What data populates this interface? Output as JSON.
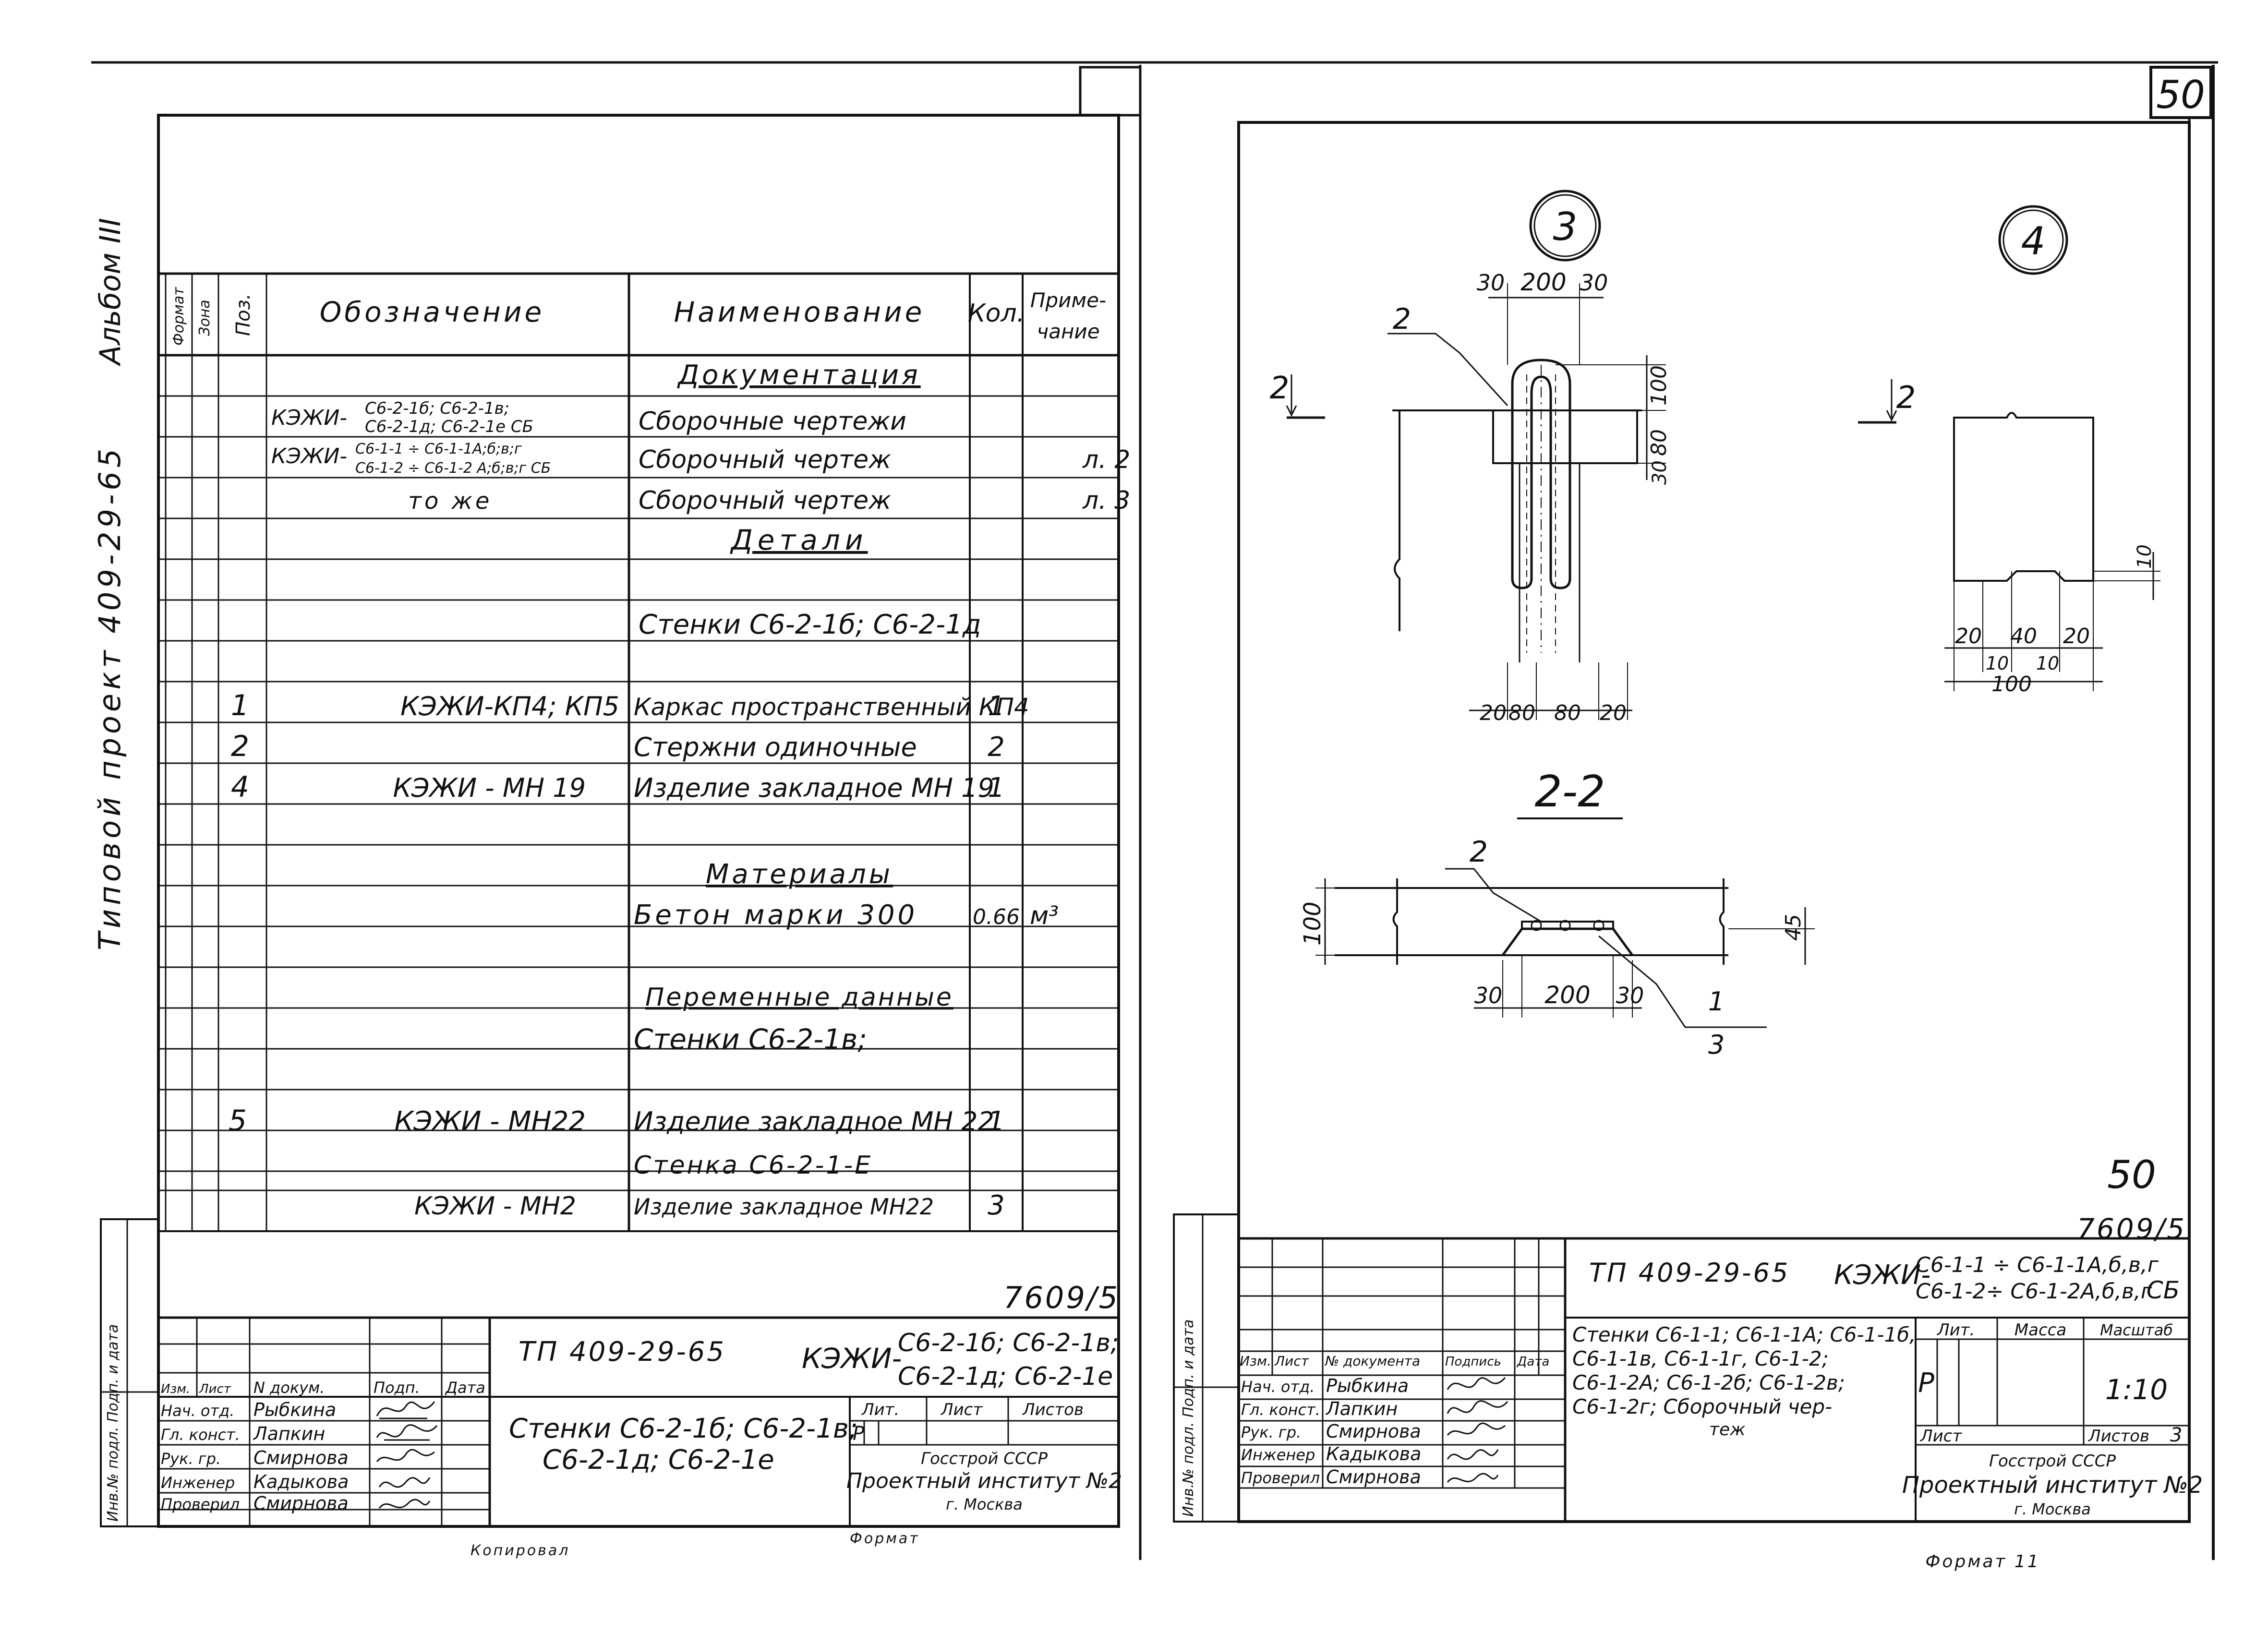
{
  "page_number": "50",
  "left_sheet": {
    "album_label": "Альбом III",
    "project_label": "Типовой проект 409-29-65",
    "spec_headers": {
      "format": "Формат",
      "zone": "Зона",
      "pos": "Поз.",
      "designation": "Обозначение",
      "name": "Наименование",
      "qty": "Кол.",
      "note_line1": "Приме-",
      "note_line2": "чание"
    },
    "sections": {
      "documentation": "Документация",
      "details": "Детали",
      "materials": "Материалы",
      "variable_data": "Переменные данные"
    },
    "rows": {
      "r1_designation_a": "КЭЖИ-",
      "r1_designation_b": "С6-2-1б; С6-2-1в;",
      "r1_designation_c": "С6-2-1д; С6-2-1е СБ",
      "r1_name": "Сборочные чертежи",
      "r2_designation_a": "КЭЖИ-",
      "r2_designation_b": "С6-1-1 ÷ С6-1-1А;б;в;г",
      "r2_designation_c": "С6-1-2 ÷ С6-1-2 А;б;в;г СБ",
      "r2_name": "Сборочный чертеж",
      "r2_note": "л. 2",
      "r3_designation": "то же",
      "r3_name": "Сборочный чертеж",
      "r3_note": "л. 3",
      "r4_name": "Стенки С6-2-1б; С6-2-1д",
      "r5_pos": "1",
      "r5_designation": "КЭЖИ-КП4; КП5",
      "r5_name": "Каркас пространственный КП4",
      "r5_qty": "1",
      "r6_pos": "2",
      "r6_name": "Стержни одиночные",
      "r6_qty": "2",
      "r7_pos": "4",
      "r7_designation": "КЭЖИ - МН 19",
      "r7_name": "Изделие закладное МН 19",
      "r7_qty": "1",
      "r8_name": "Бетон марки 300",
      "r8_qty": "0.66",
      "r8_note": "м³",
      "r9_name": "Стенки С6-2-1в;",
      "r10_pos": "5",
      "r10_designation": "КЭЖИ - МН22",
      "r10_name": "Изделие закладное МН 22",
      "r10_qty": "1",
      "r11_name": "Стенка С6-2-1-Е",
      "r12_designation": "КЭЖИ - МН2",
      "r12_name": "Изделие закладное МН22",
      "r12_qty": "3"
    },
    "stamp_side": "Инв.№ подл.   Подп. и дата",
    "archive_number": "7609/5",
    "title_block": {
      "code": "ТП 409-29-65",
      "kezhi": "КЭЖИ-",
      "designation_line1": "С6-2-1б; С6-2-1в;",
      "designation_line2": "С6-2-1д; С6-2-1е",
      "title_line1": "Стенки С6-2-1б; С6-2-1в;",
      "title_line2": "С6-2-1д; С6-2-1е",
      "h_izm": "Изм.",
      "h_list": "Лист",
      "h_ndok": "N докум.",
      "h_podp": "Подп.",
      "h_data": "Дата",
      "roles": [
        "Нач. отд.",
        "Гл. конст.",
        "Рук. гр.",
        "Инженер",
        "Проверил"
      ],
      "names": [
        "Рыбкина",
        "Лапкин",
        "Смирнова",
        "Кадыкова",
        "Смирнова"
      ],
      "lit": "Лит.",
      "list": "Лист",
      "listov": "Листов",
      "lit_value": "Р",
      "org_line1": "Госстрой СССР",
      "org_line2": "Проектный институт №2",
      "org_line3": "г. Москва"
    },
    "footer_copy": "Копировал",
    "footer_format": "Формат"
  },
  "right_sheet": {
    "detail3_label": "3",
    "detail4_label": "4",
    "detail3_dims": {
      "top_30a": "30",
      "top_200": "200",
      "top_30b": "30",
      "leader_2": "2",
      "right_100": "100",
      "right_80": "80",
      "right_30": "30",
      "bottom_20a": "20",
      "bottom_80a": "80",
      "bottom_80b": "80",
      "bottom_20b": "20"
    },
    "cut_mark_left": "2",
    "cut_mark_right": "2",
    "detail4_dims": {
      "right_10": "10",
      "b20a": "20",
      "b40": "40",
      "b20b": "20",
      "b10a": "10",
      "b10b": "10",
      "b100": "100"
    },
    "section_title": "2-2",
    "section_dims": {
      "leader_2": "2",
      "left_100": "100",
      "right_45": "45",
      "b30a": "30",
      "b200": "200",
      "b30b": "30",
      "callout_num": "1",
      "callout_den": "3"
    },
    "handwritten_50": "50",
    "archive_number": "7609/5",
    "stamp_side": "Инв.№ подл.   Подп. и дата",
    "title_block": {
      "code": "ТП 409-29-65",
      "kezhi": "КЭЖИ-",
      "designation_line1": "С6-1-1 ÷ С6-1-1А,б,в,г",
      "designation_line2": "С6-1-2÷ С6-1-2А,б,в,г",
      "designation_suffix": "СБ",
      "title_line1": "Стенки С6-1-1; С6-1-1А; С6-1-1б,",
      "title_line2": "С6-1-1в, С6-1-1г, С6-1-2;",
      "title_line3": "С6-1-2А; С6-1-2б; С6-1-2в;",
      "title_line4": "С6-1-2г; Сборочный чер-",
      "title_line5": "теж",
      "h_izm": "Изм.",
      "h_list": "Лист",
      "h_ndok": "№ документа",
      "h_podp": "Подпись",
      "h_data": "Дата",
      "roles": [
        "Нач. отд.",
        "Гл. конст.",
        "Рук. гр.",
        "Инженер",
        "Проверил"
      ],
      "names": [
        "Рыбкина",
        "Лапкин",
        "Смирнова",
        "Кадыкова",
        "Смирнова"
      ],
      "lit": "Лит.",
      "massa": "Масса",
      "masshtab": "Масштаб",
      "lit_value": "Р",
      "scale_value": "1:10",
      "list": "Лист",
      "listov": "Листов",
      "listov_value": "3",
      "org_line1": "Госстрой СССР",
      "org_line2": "Проектный институт №2",
      "org_line3": "г. Москва"
    },
    "footer_format": "Формат 11"
  }
}
